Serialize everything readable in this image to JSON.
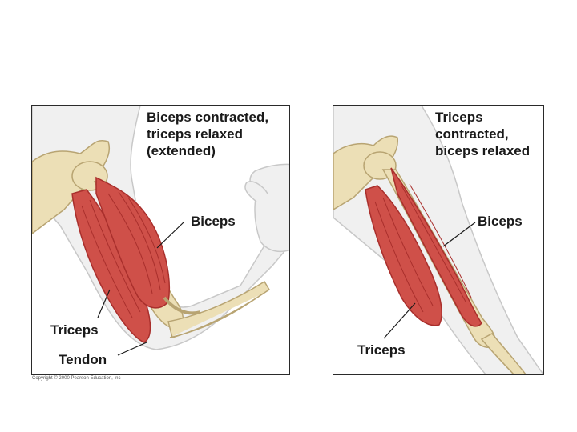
{
  "left_panel": {
    "caption": [
      "Biceps contracted,",
      "triceps relaxed",
      "(extended)"
    ],
    "labels": {
      "biceps": "Biceps",
      "triceps": "Triceps",
      "tendon": "Tendon"
    }
  },
  "right_panel": {
    "caption": [
      "Triceps",
      "contracted,",
      "biceps relaxed"
    ],
    "labels": {
      "biceps": "Biceps",
      "triceps": "Triceps"
    }
  },
  "credit": "Copyright © 2000 Pearson Education, Inc",
  "colors": {
    "skin": "#f0f0f0",
    "skin_outline": "#c8c8c8",
    "bone": "#ecdfb6",
    "bone_outline": "#b8a472",
    "muscle": "#cf5049",
    "muscle_dark": "#a92f2c",
    "tendon": "#eee3c4"
  }
}
